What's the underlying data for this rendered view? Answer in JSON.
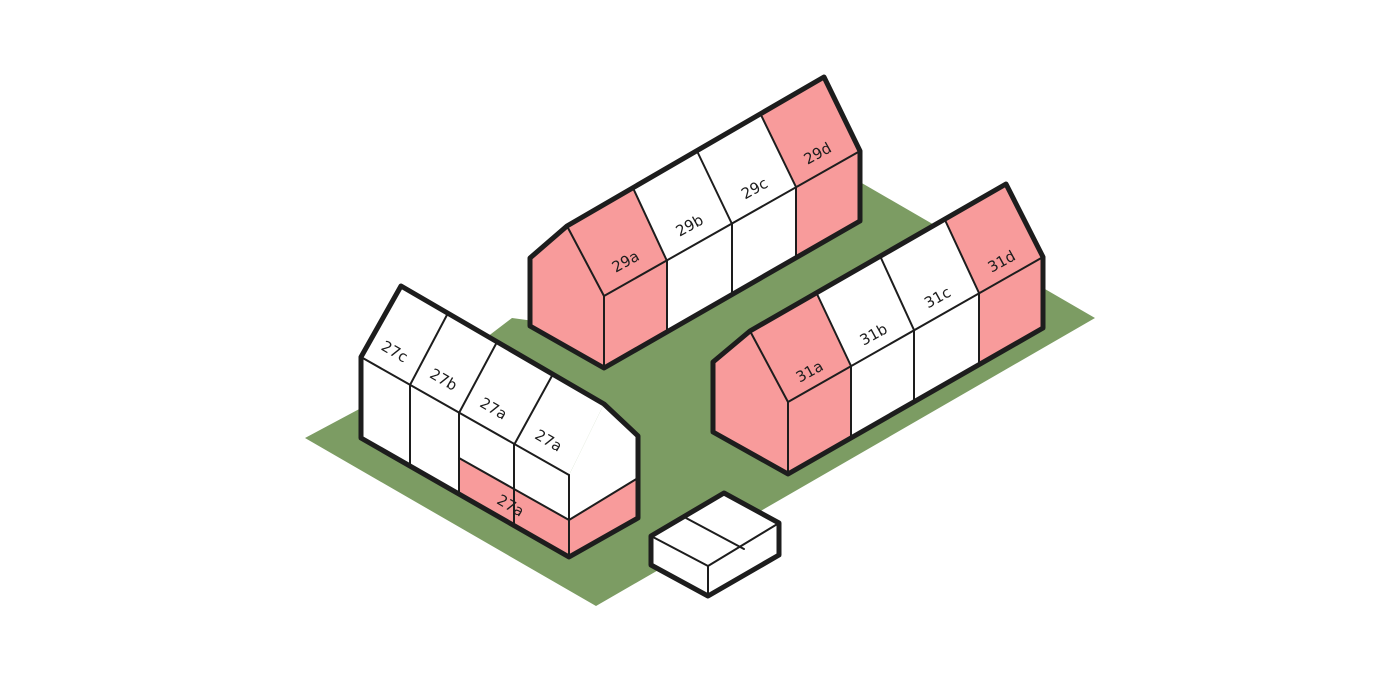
{
  "units": {
    "u27c": "27c",
    "u27b": "27b",
    "u27a_roof_1": "27a",
    "u27a_roof_2": "27a",
    "u27a_wall": "27a",
    "u29a": "29a",
    "u29b": "29b",
    "u29c": "29c",
    "u29d": "29d",
    "u31a": "31a",
    "u31b": "31b",
    "u31c": "31c",
    "u31d": "31d"
  },
  "colors": {
    "ground": "#7c9c63",
    "highlight": "#f89b9b",
    "outline": "#1d1d1d",
    "unit": "#ffffff"
  }
}
